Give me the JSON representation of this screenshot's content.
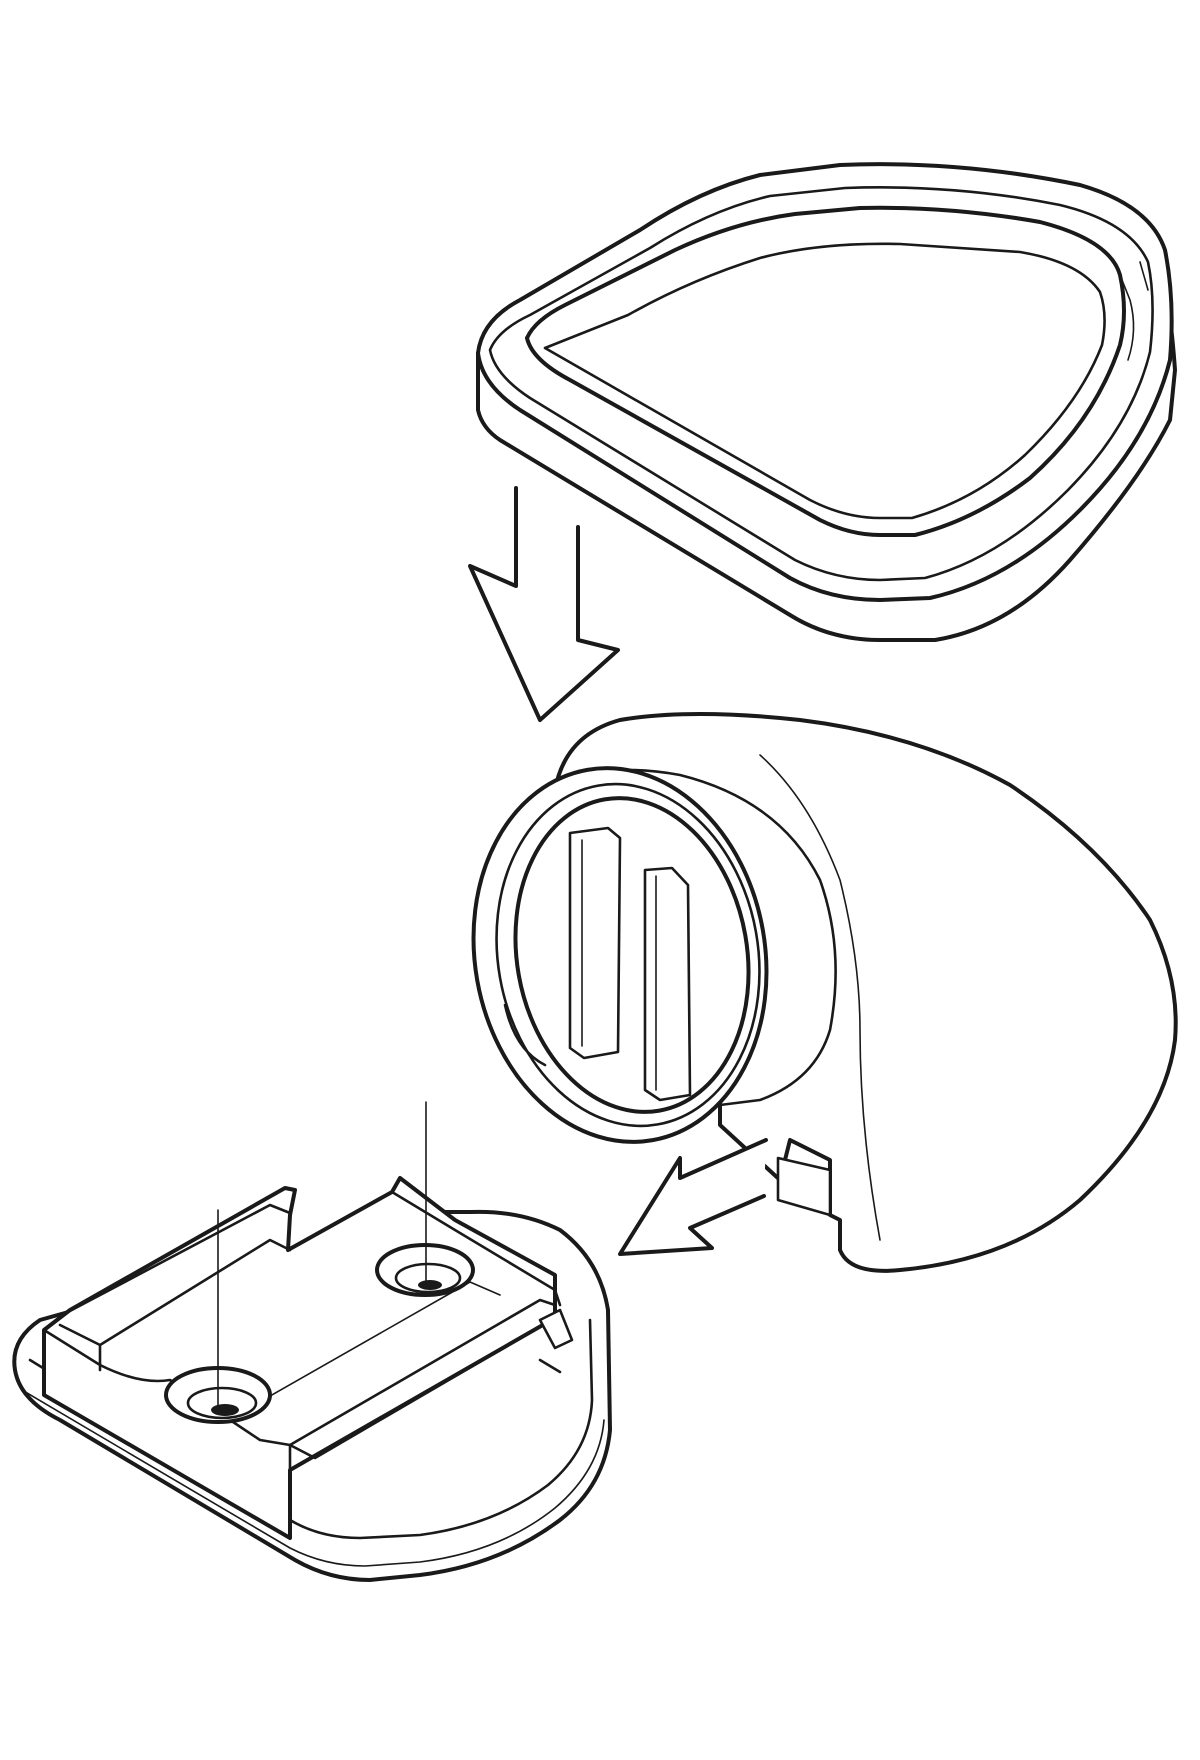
{
  "figure": {
    "type": "exploded assembly drawing",
    "parts": [
      "rubber-ring",
      "stopper-body",
      "mounting-base"
    ],
    "colors": {
      "stroke": "#1a1a1a",
      "background": "#ffffff"
    }
  }
}
